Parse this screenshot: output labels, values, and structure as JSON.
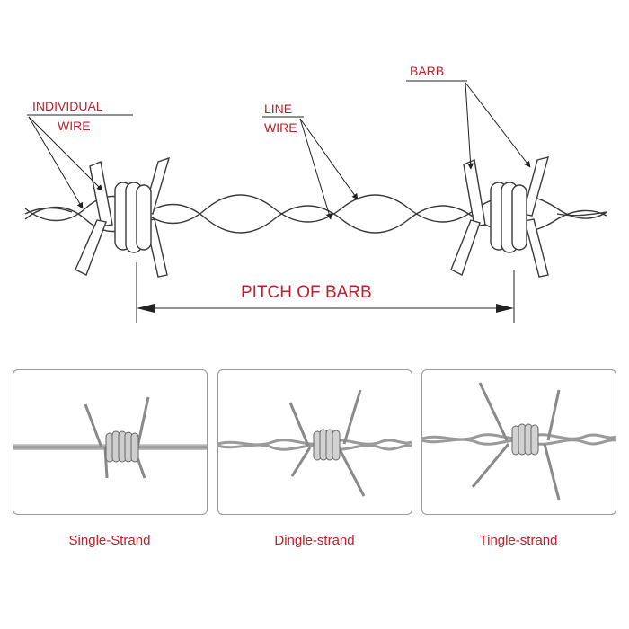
{
  "labels": {
    "individual_wire": [
      "INDIVIDUAL",
      "WIRE"
    ],
    "line_wire": [
      "LINE",
      "WIRE"
    ],
    "barb": "BARB",
    "pitch_of_barb": "PITCH OF BARB"
  },
  "panels": [
    {
      "caption": "Single-Strand"
    },
    {
      "caption": "Dingle-strand"
    },
    {
      "caption": "Tingle-strand"
    }
  ],
  "colors": {
    "accent": "#c0202a",
    "wire": "#555555",
    "metal": "#9a9a9a"
  }
}
